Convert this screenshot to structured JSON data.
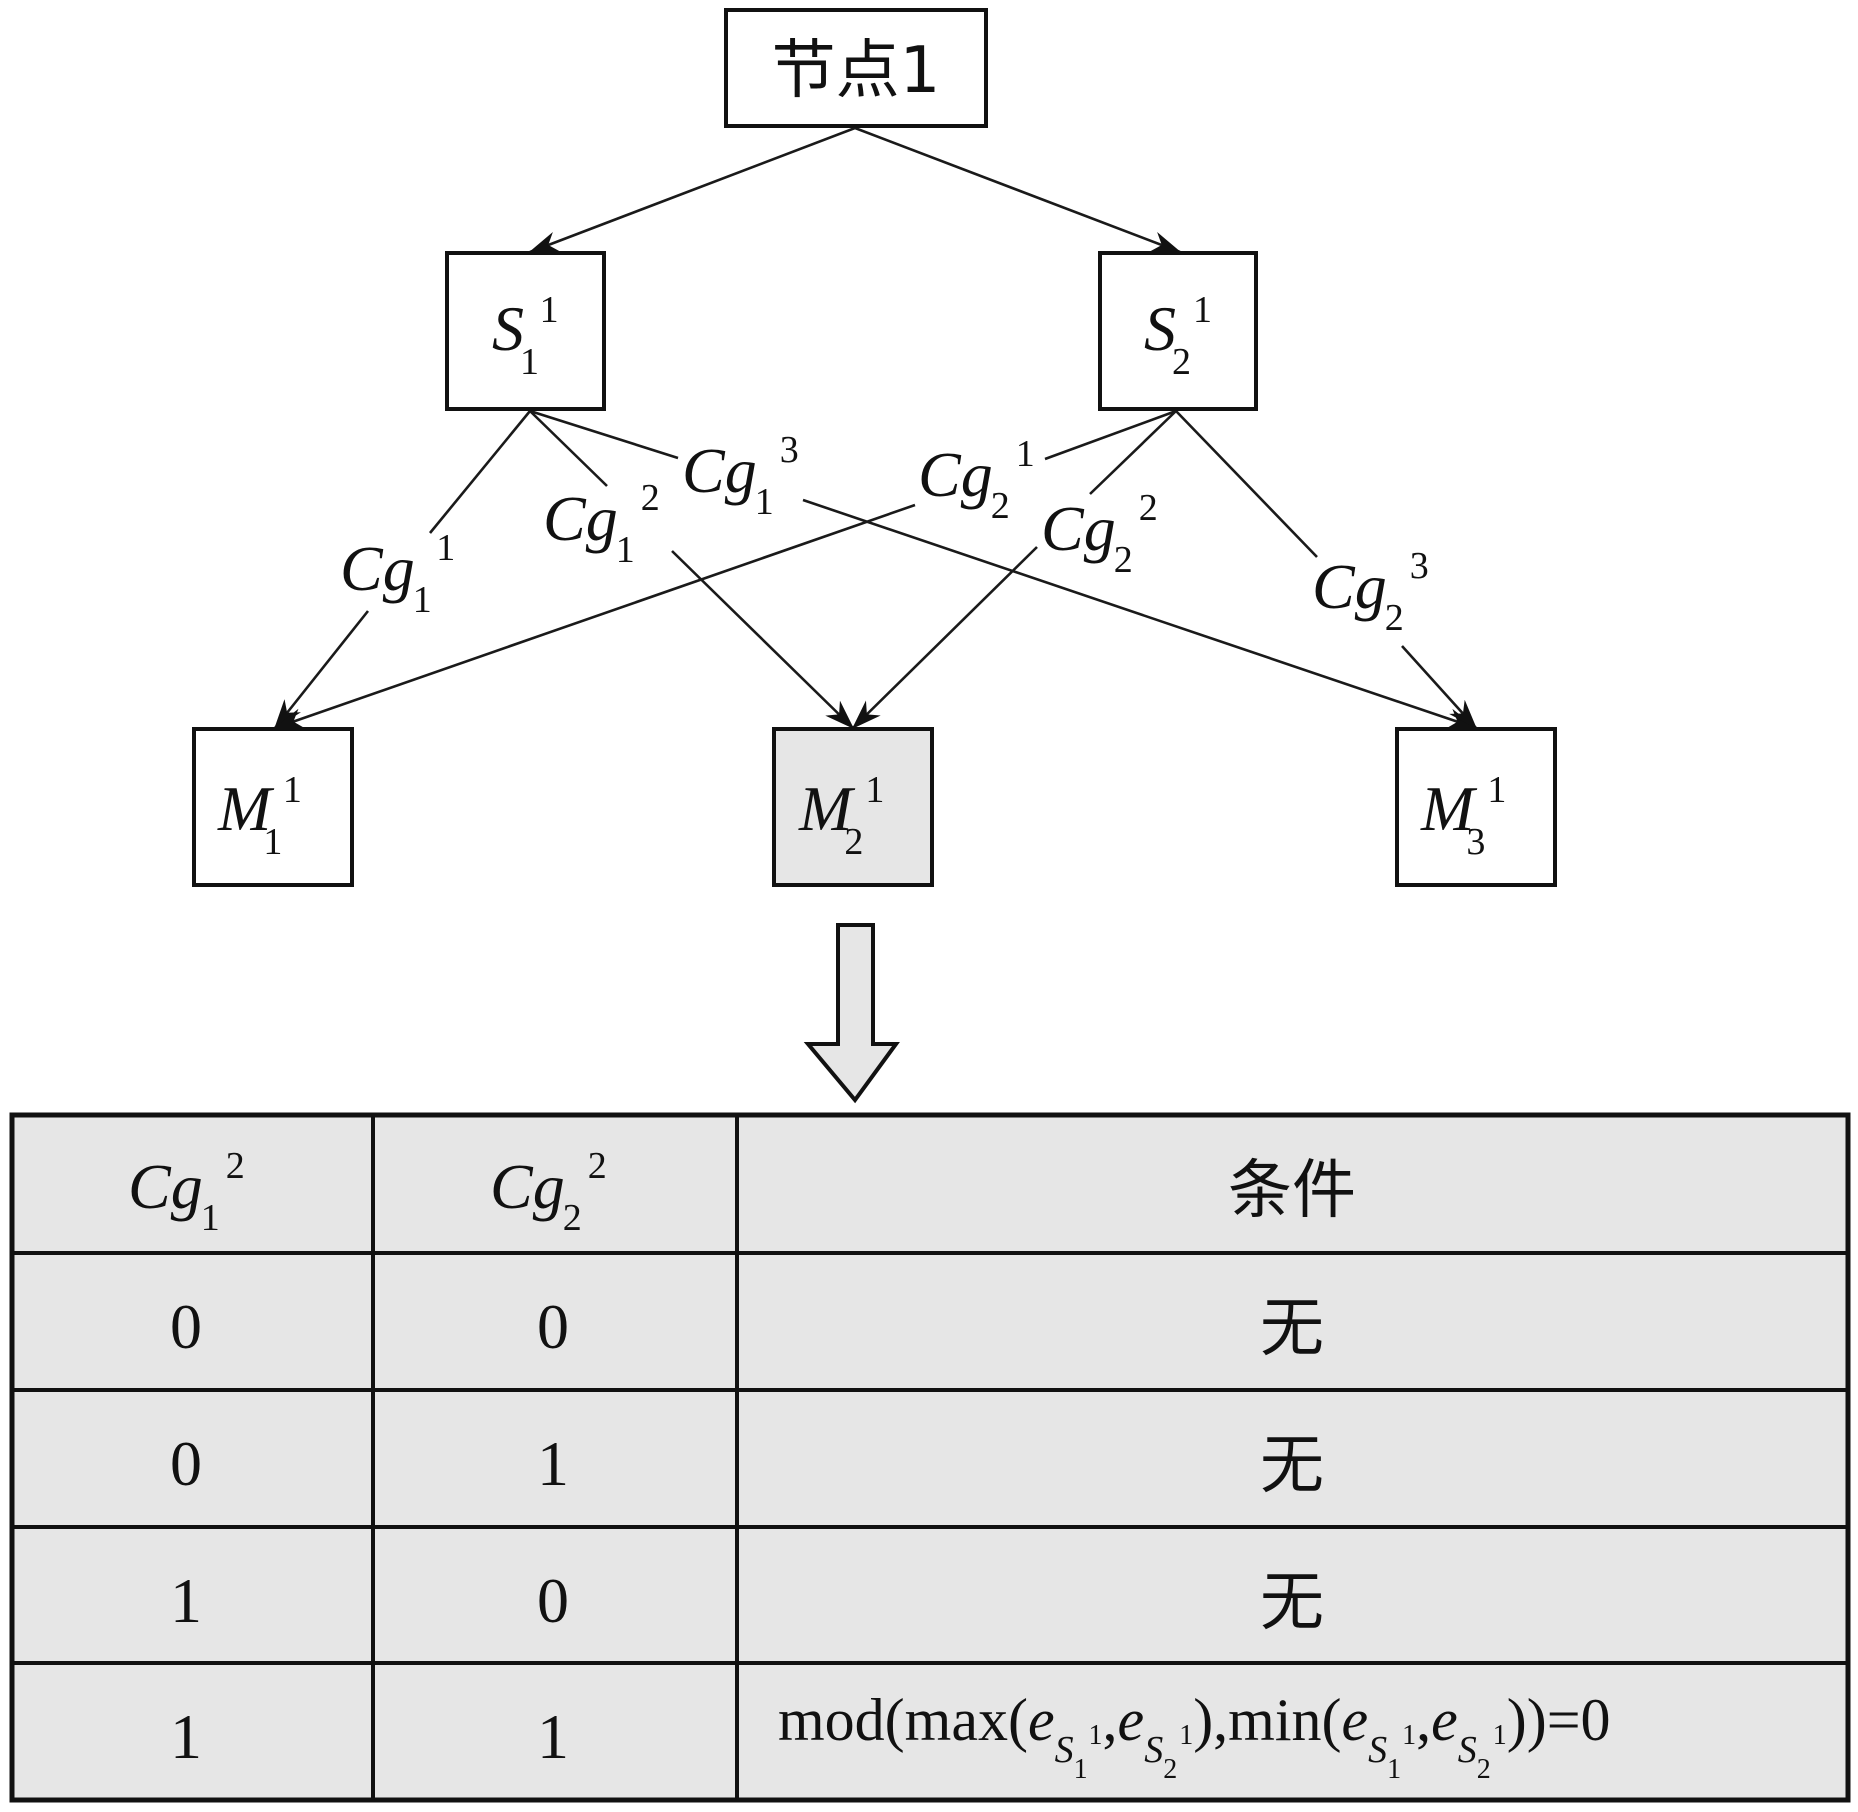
{
  "diagram": {
    "root": {
      "label": "节点1"
    },
    "suppliers": [
      {
        "id": "S1",
        "base": "S",
        "sub": "1",
        "sup": "1"
      },
      {
        "id": "S2",
        "base": "S",
        "sub": "2",
        "sup": "1"
      }
    ],
    "machines": [
      {
        "id": "M1",
        "base": "M",
        "sub": "1",
        "sup": "1",
        "highlighted": false
      },
      {
        "id": "M2",
        "base": "M",
        "sub": "2",
        "sup": "1",
        "highlighted": true
      },
      {
        "id": "M3",
        "base": "M",
        "sub": "3",
        "sup": "1",
        "highlighted": false
      }
    ],
    "edges": [
      {
        "from": "root",
        "to": "S1"
      },
      {
        "from": "root",
        "to": "S2"
      },
      {
        "from": "S1",
        "to": "M1",
        "label": {
          "base": "Cg",
          "sub": "1",
          "sup": "1"
        }
      },
      {
        "from": "S1",
        "to": "M2",
        "label": {
          "base": "Cg",
          "sub": "1",
          "sup": "2"
        }
      },
      {
        "from": "S1",
        "to": "M3",
        "label": {
          "base": "Cg",
          "sub": "1",
          "sup": "3"
        }
      },
      {
        "from": "S2",
        "to": "M1",
        "label": {
          "base": "Cg",
          "sub": "2",
          "sup": "1"
        }
      },
      {
        "from": "S2",
        "to": "M2",
        "label": {
          "base": "Cg",
          "sub": "2",
          "sup": "2"
        }
      },
      {
        "from": "S2",
        "to": "M3",
        "label": {
          "base": "Cg",
          "sub": "2",
          "sup": "3"
        }
      }
    ],
    "fill_highlight": "#e6e6e6",
    "stroke": "#111111"
  },
  "table": {
    "headers": [
      {
        "base": "Cg",
        "sub": "1",
        "sup": "2"
      },
      {
        "base": "Cg",
        "sub": "2",
        "sup": "2"
      },
      {
        "text": "条件"
      }
    ],
    "rows": [
      {
        "c1": "0",
        "c2": "0",
        "cond": "无"
      },
      {
        "c1": "0",
        "c2": "1",
        "cond": "无"
      },
      {
        "c1": "1",
        "c2": "0",
        "cond": "无"
      },
      {
        "c1": "1",
        "c2": "1",
        "cond": "mod(max(e_{S_1^1},e_{S_2^1}),min(e_{S_1^1},e_{S_2^1}))=0"
      }
    ],
    "formula": {
      "mod": "mod(",
      "max": "max(",
      "e": "e",
      "S": "S",
      "sub1": "1",
      "sub2": "2",
      "sup": "1",
      "comma": ",",
      "close1": "),",
      "min": "min(",
      "close2": "))=0"
    },
    "cell_fill": "#e6e6e6"
  }
}
